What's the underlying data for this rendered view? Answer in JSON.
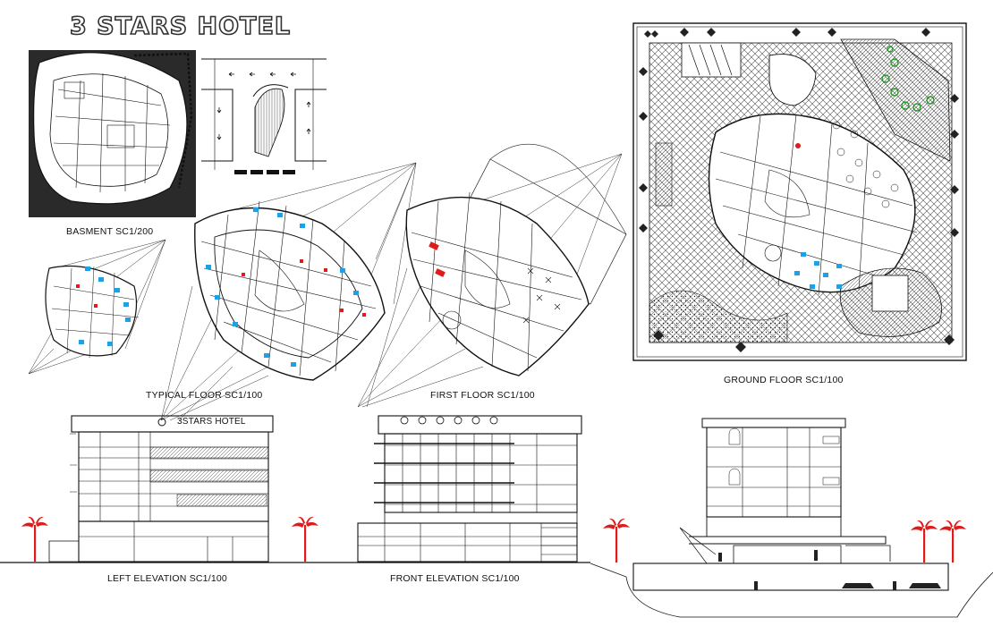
{
  "drawing_title": "3 STARS HOTEL",
  "facade_sign": "3STARS HOTEL",
  "labels": {
    "basement": "BASMENT SC1/200",
    "typical_floor": "TYPICAL FLOOR SC1/100",
    "first_floor": "FIRST FLOOR SC1/100",
    "ground_floor": "GROUND FLOOR SC1/100",
    "left_elevation": "LEFT ELEVATION SC1/100",
    "front_elevation": "FRONT ELEVATION SC1/100"
  },
  "colors": {
    "line": "#1a1a1a",
    "accent_blue": "#1ea0e6",
    "accent_red": "#e01b1b",
    "accent_green": "#1a9a1a",
    "background": "#ffffff"
  }
}
